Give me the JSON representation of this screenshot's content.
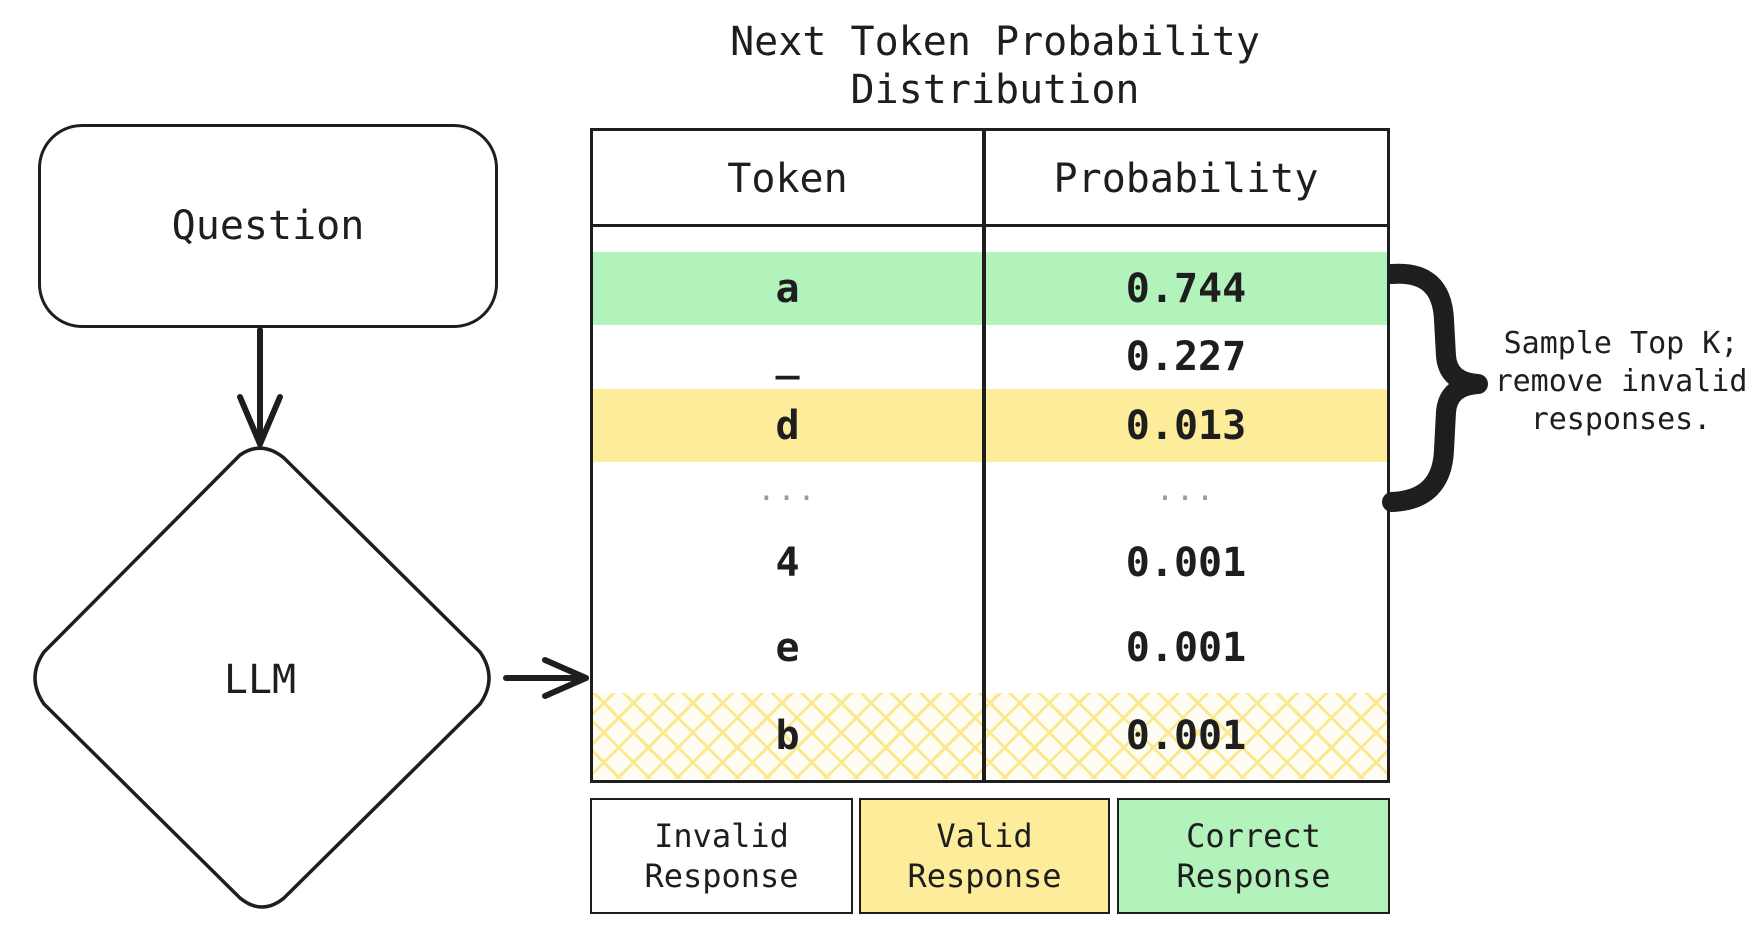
{
  "title": "Next Token Probability\nDistribution",
  "question_label": "Question",
  "llm_label": "LLM",
  "table": {
    "headers": {
      "token": "Token",
      "probability": "Probability"
    },
    "rows": [
      {
        "token": "a",
        "probability": "0.744"
      },
      {
        "token": "_",
        "probability": "0.227"
      },
      {
        "token": "d",
        "probability": "0.013"
      },
      {
        "token": "...",
        "probability": "..."
      },
      {
        "token": "4",
        "probability": "0.001"
      },
      {
        "token": "e",
        "probability": "0.001"
      },
      {
        "token": "b",
        "probability": "0.001"
      }
    ]
  },
  "annotation": "Sample Top K;\nremove invalid\nresponses.",
  "legend": [
    {
      "label": "Invalid\nResponse",
      "color": "#ffffff"
    },
    {
      "label": "Valid\nResponse",
      "color": "#fdec9a"
    },
    {
      "label": "Correct\nResponse",
      "color": "#b2f2bb"
    }
  ],
  "colors": {
    "correct": "#b2f2bb",
    "valid": "#fdec9a",
    "hatch": "#fbe98f",
    "stroke": "#1e1e1e"
  }
}
